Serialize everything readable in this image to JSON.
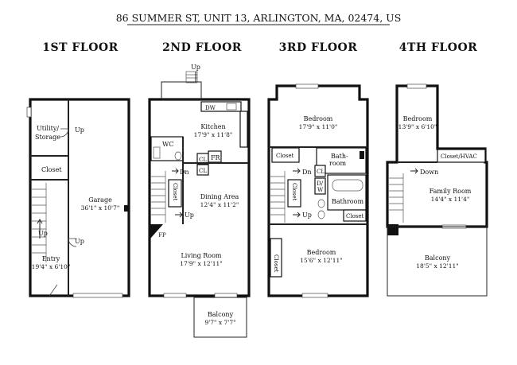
{
  "title": "86 SUMMER ST, UNIT 13, ARLINGTON, MA, 02474, US",
  "floors": [
    {
      "name": "1ST FLOOR",
      "labels": {
        "utility": "Utility/",
        "storage": "Storage",
        "up1": "Up",
        "closet": "Closet",
        "garage": "Garage",
        "garage_dim": "36'1\" x 10'7\"",
        "up2": "Up",
        "up3": "Up",
        "entry": "Entry",
        "entry_dim": "19'4\" x 6'10\""
      }
    },
    {
      "name": "2ND FLOOR",
      "labels": {
        "up_top": "Up",
        "dw": "DW",
        "kitchen": "Kitchen",
        "kitchen_dim": "17'9\" x 11'8\"",
        "wc": "WC",
        "cl1": "CL",
        "cl2": "CL",
        "fr": "FR",
        "dn": "Dn",
        "closet": "Closet",
        "dining": "Dining Area",
        "dining_dim": "12'4\" x 11'2\"",
        "up": "Up",
        "fp": "FP",
        "living": "Living Room",
        "living_dim": "17'9\" x 12'11\"",
        "balcony": "Balcony",
        "balcony_dim": "9'7\" x 7'7\""
      }
    },
    {
      "name": "3RD FLOOR",
      "labels": {
        "bedroom1": "Bedroom",
        "bedroom1_dim": "17'9\" x 11'0\"",
        "closet1": "Closet",
        "bath": "Bath-",
        "bath2": "room",
        "dn": "Dn",
        "cl": "CL",
        "closet2": "Closet",
        "dw1": "D/",
        "dw2": "W",
        "bathroom": "Bathroom",
        "up": "Up",
        "closet3": "Closet",
        "bedroom2": "Bedroom",
        "bedroom2_dim": "15'6\" x 12'11\"",
        "closet4": "Closet"
      }
    },
    {
      "name": "4TH FLOOR",
      "labels": {
        "bedroom": "Bedroom",
        "bedroom_dim": "13'9\" x 6'10\"",
        "closet_hvac": "Closet/HVAC",
        "down": "Down",
        "family": "Family Room",
        "family_dim": "14'4\" x 11'4\"",
        "balcony": "Balcony",
        "balcony_dim": "18'5\" x 12'11\""
      }
    }
  ]
}
